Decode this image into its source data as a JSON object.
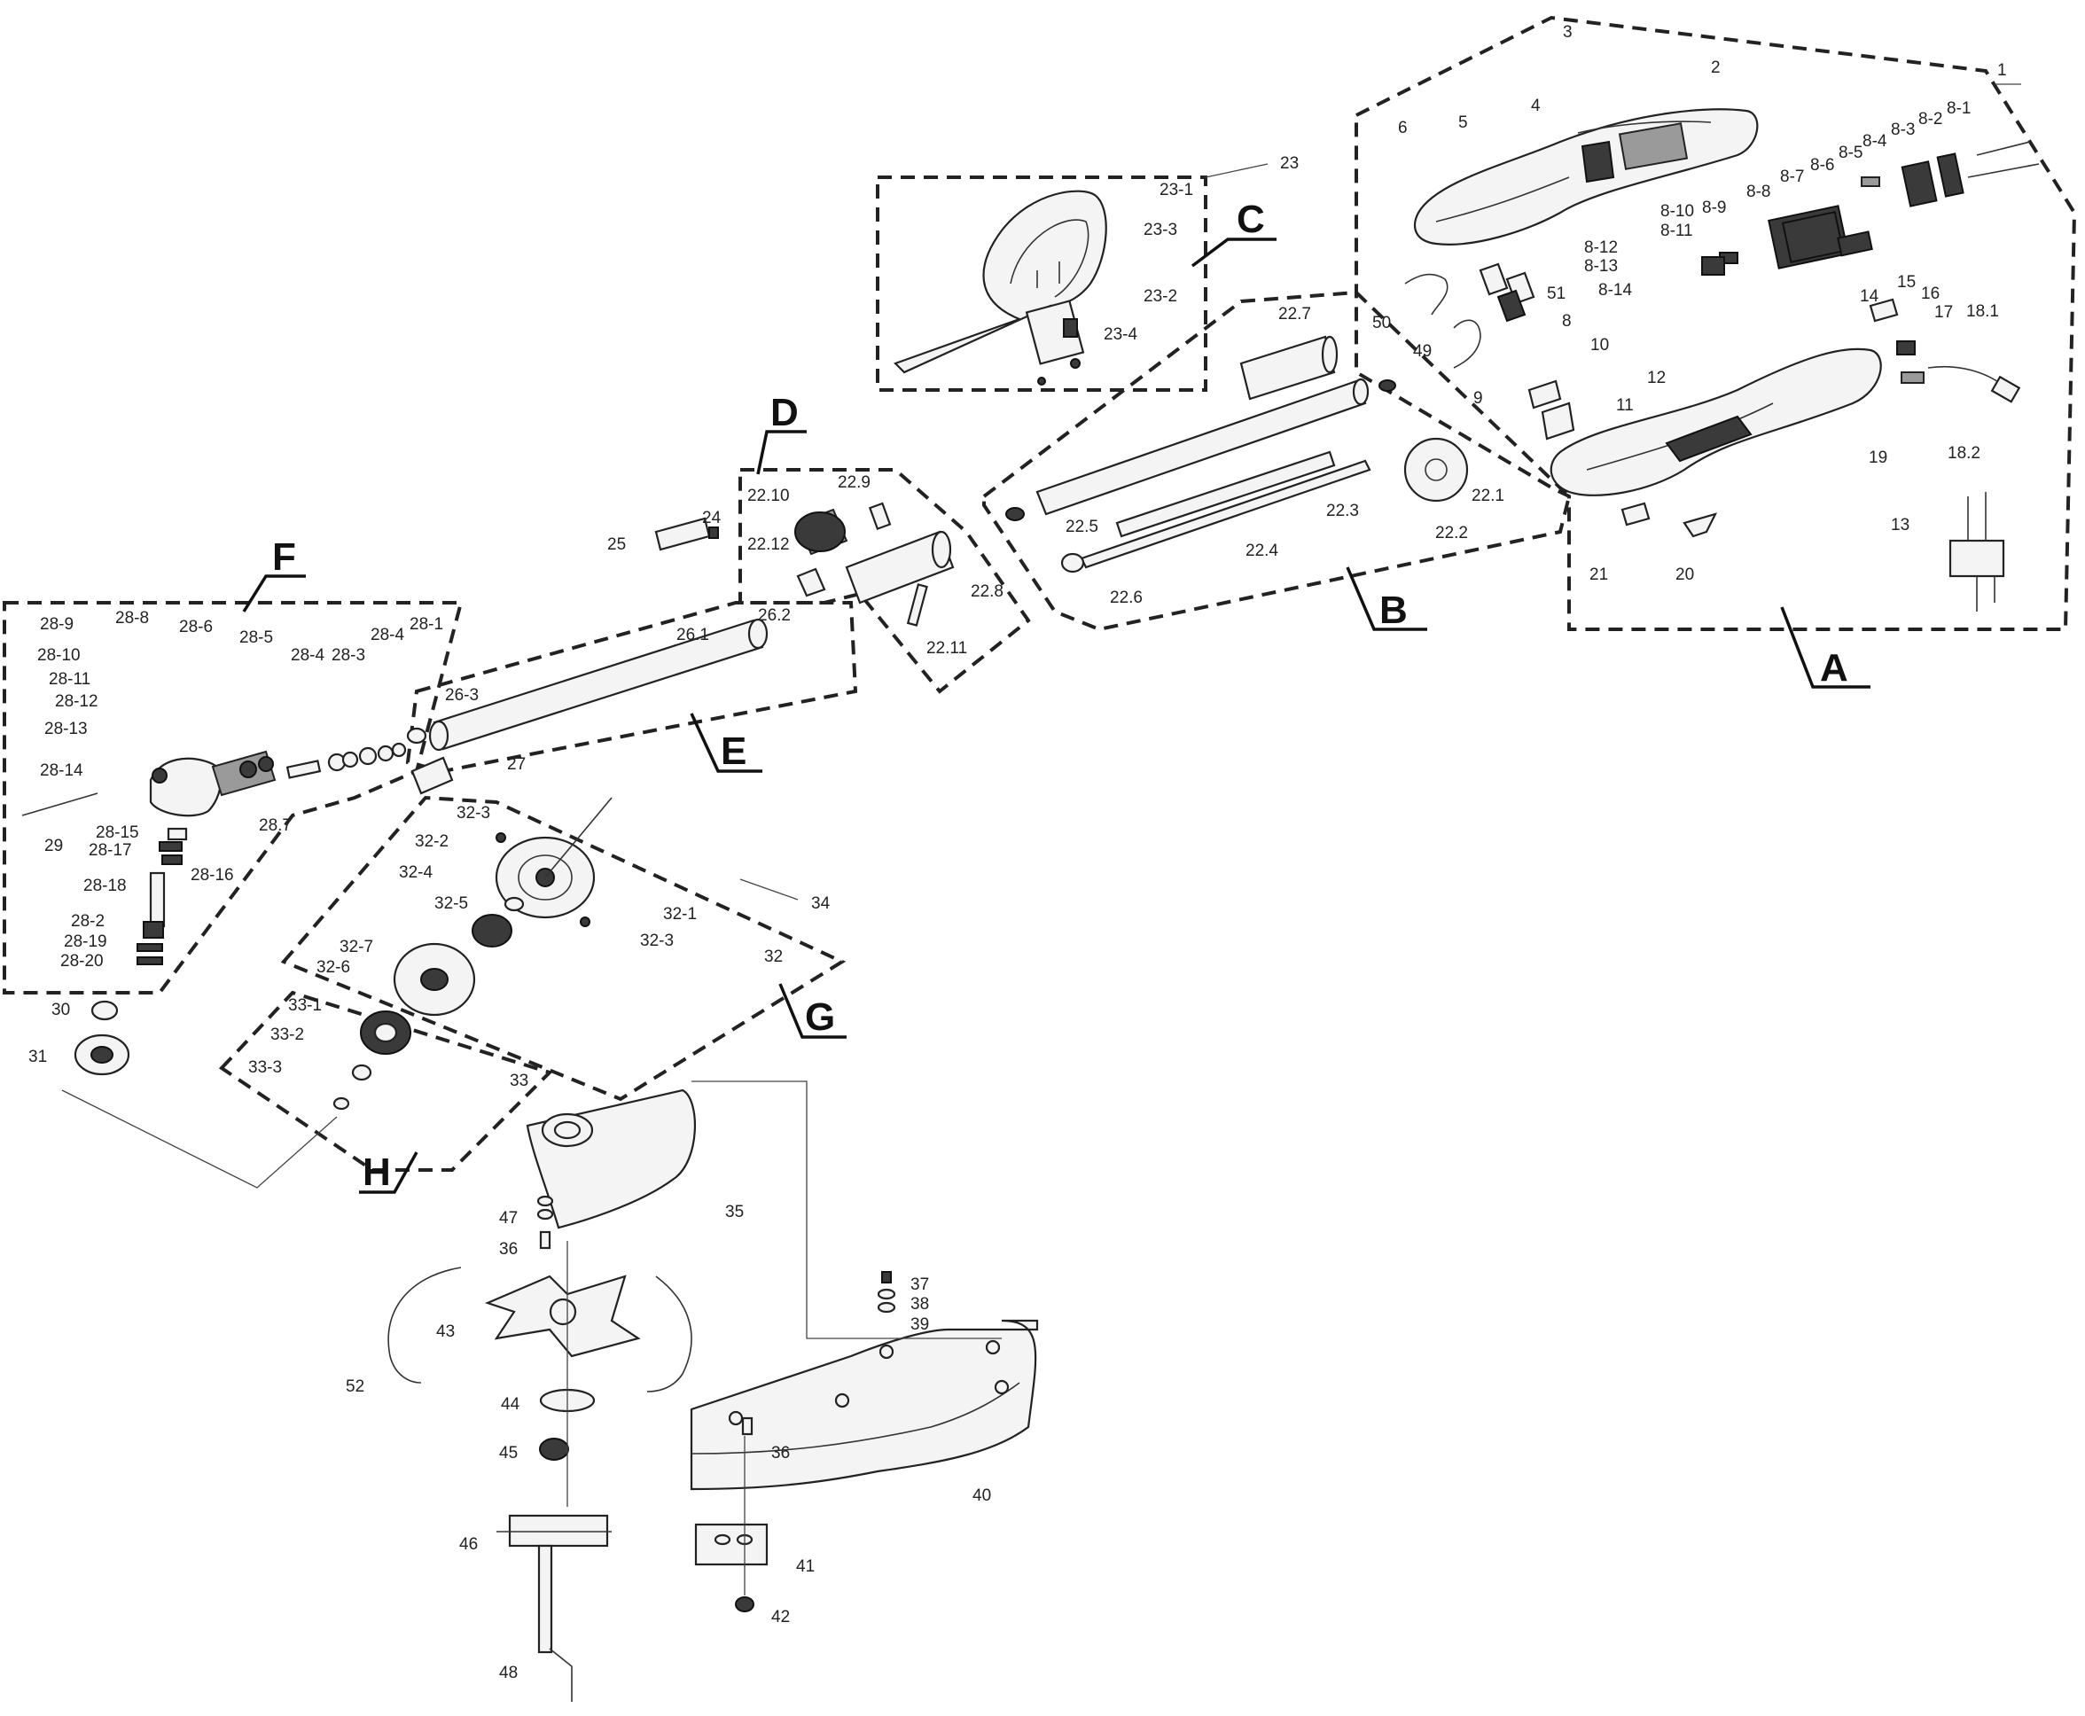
{
  "groups": [
    {
      "id": "A",
      "label": "A"
    },
    {
      "id": "B",
      "label": "B"
    },
    {
      "id": "C",
      "label": "C"
    },
    {
      "id": "D",
      "label": "D"
    },
    {
      "id": "E",
      "label": "E"
    },
    {
      "id": "F",
      "label": "F"
    },
    {
      "id": "G",
      "label": "G"
    },
    {
      "id": "H",
      "label": "H"
    }
  ],
  "callouts": [
    "1",
    "2",
    "3",
    "4",
    "5",
    "6",
    "8-1",
    "8-2",
    "8-3",
    "8-4",
    "8-5",
    "8-6",
    "8-7",
    "8-8",
    "8-9",
    "8-10",
    "8-11",
    "8-12",
    "8-13",
    "8-14",
    "8",
    "51",
    "50",
    "49",
    "9",
    "10",
    "11",
    "12",
    "14",
    "15",
    "16",
    "17",
    "18.1",
    "18.2",
    "19",
    "13",
    "21",
    "20",
    "23",
    "23-1",
    "23-3",
    "23-2",
    "23-4",
    "22.7",
    "22.1",
    "22.2",
    "22.3",
    "22.4",
    "22.5",
    "22.6",
    "22.9",
    "22.10",
    "22.12",
    "22.8",
    "22.11",
    "24",
    "25",
    "26.1",
    "26.2",
    "26-3",
    "27",
    "28-9",
    "28-8",
    "28-6",
    "28-5",
    "28-4",
    "28-3",
    "28-4",
    "28-1",
    "28-10",
    "28-11",
    "28-12",
    "28-13",
    "28-14",
    "28.7",
    "29",
    "28-15",
    "28-17",
    "28-16",
    "28-18",
    "28-2",
    "28-19",
    "28-20",
    "30",
    "31",
    "32-3",
    "32-2",
    "32-4",
    "32-5",
    "32-1",
    "32-3",
    "32-7",
    "32-6",
    "32",
    "34",
    "33-1",
    "33-2",
    "33-3",
    "33",
    "35",
    "47",
    "36",
    "43",
    "52",
    "44",
    "45",
    "46",
    "48",
    "37",
    "38",
    "39",
    "36",
    "40",
    "41",
    "42"
  ]
}
